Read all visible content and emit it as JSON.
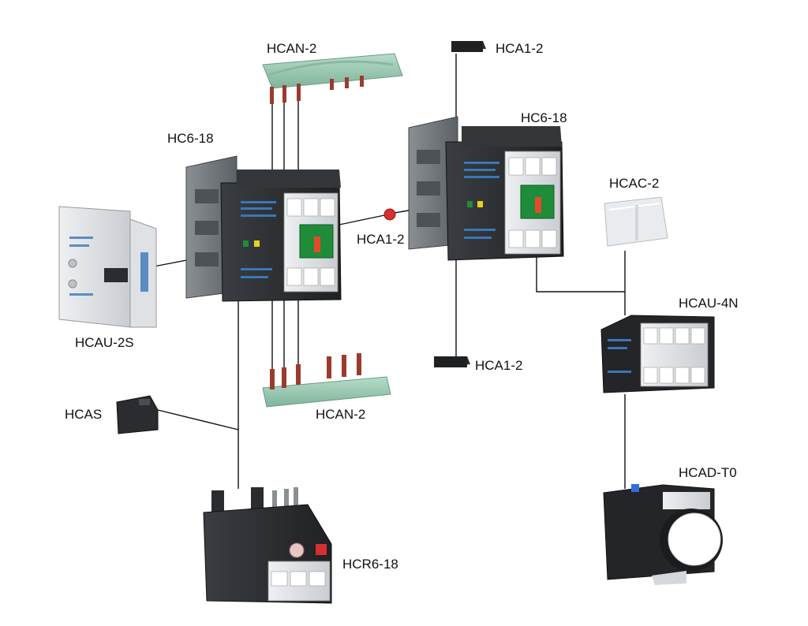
{
  "labels": {
    "han_top": "HCAN-2",
    "han_bottom": "HCAN-2",
    "contactor_left": "HC6-18",
    "contactor_right": "HC6-18",
    "hca_top": "HCA1-2",
    "hca_mid": "HCA1-2",
    "hca_bottom": "HCA1-2",
    "hcau2s": "HCAU-2S",
    "hcac": "HCAC-2",
    "hcau4n": "HCAU-4N",
    "hcas": "HCAS",
    "hcadt": "HCAD-T0",
    "relay": "HCR6-18"
  },
  "colors": {
    "body_dark": "#2b2d30",
    "body_grey": "#6f7479",
    "body_light": "#d9dcdf",
    "busbar_green": "#9ccbb5",
    "pin_copper": "#9a3b2e",
    "indicator_green": "#1f8c3a",
    "indicator_yellow": "#e8d21a",
    "indicator_red": "#d62f2f",
    "blue_print": "#3a77b8",
    "line": "#111111"
  }
}
